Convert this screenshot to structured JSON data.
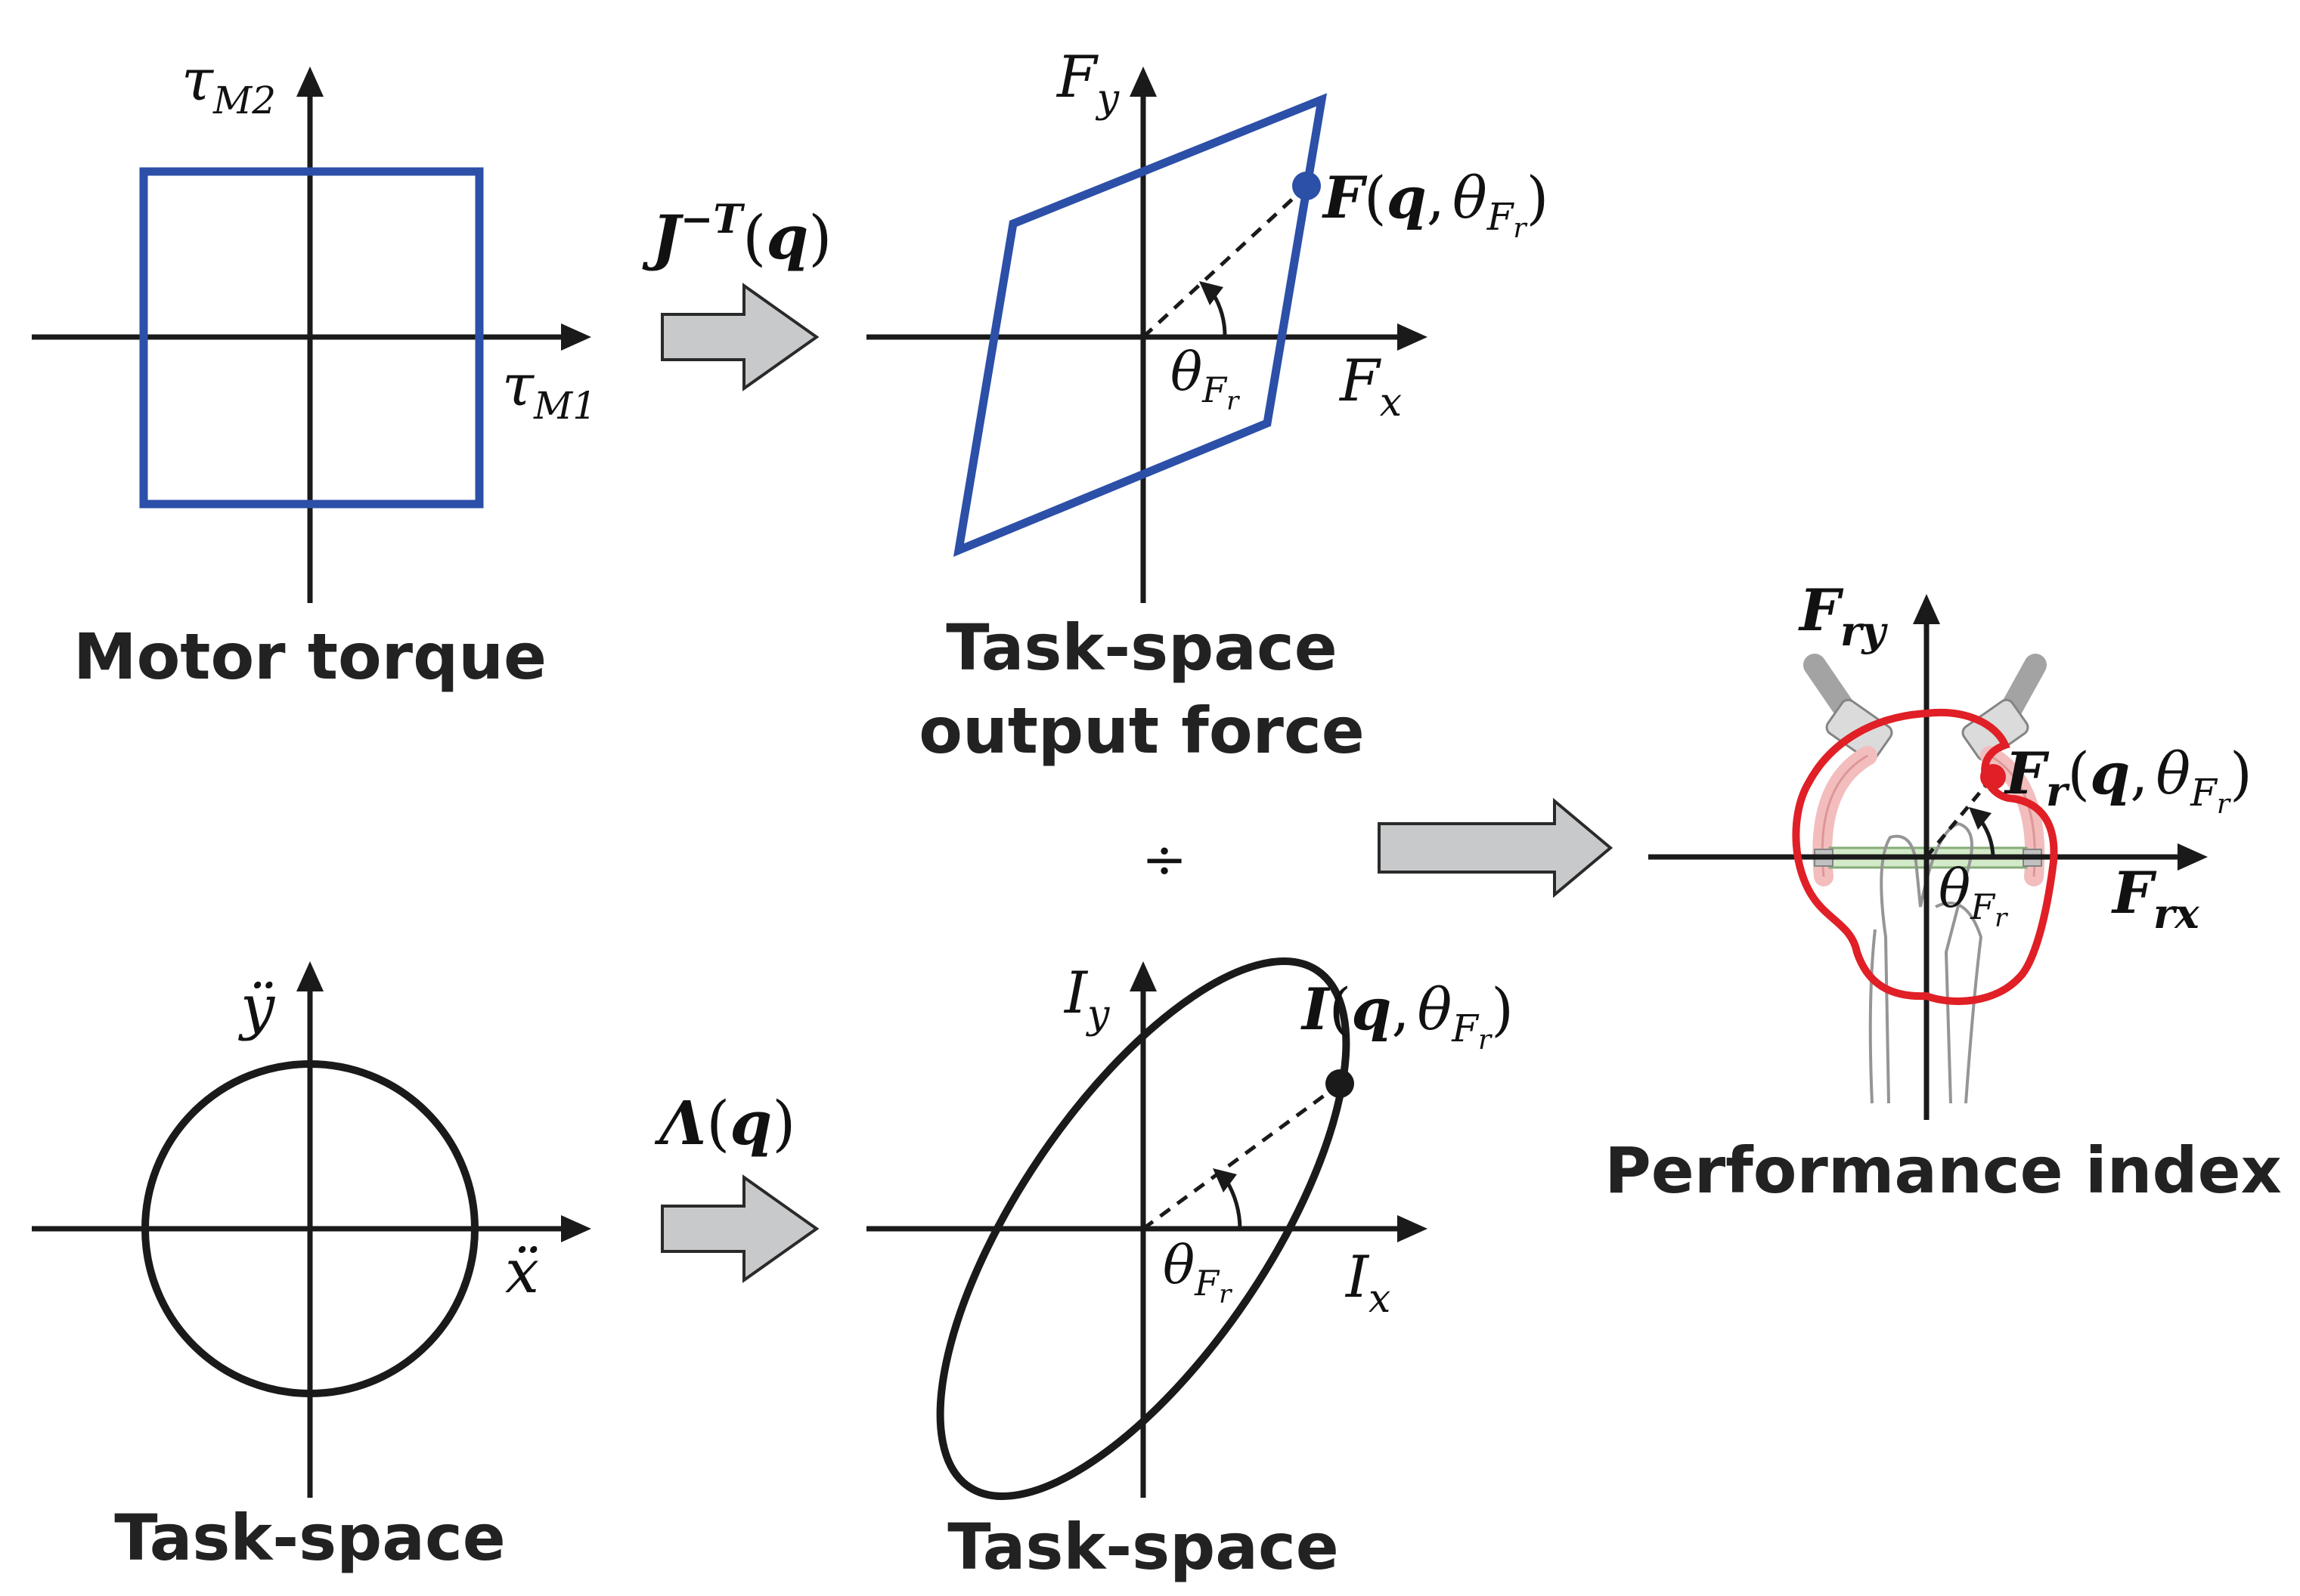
{
  "colors": {
    "axis": "#1a1a1a",
    "torque_box": "#2c4fa8",
    "force_polygon": "#2c4fa8",
    "ellipse": "#1a1a1a",
    "index_curve": "#e01f26",
    "arrow_fill": "#c8c9ca",
    "arrow_stroke": "#2a2a2a"
  },
  "motor_torque": {
    "caption": "Motor torque",
    "axis_x": {
      "sym": "τ",
      "sub": "M1"
    },
    "axis_y": {
      "sym": "τ",
      "sub": "M2"
    }
  },
  "jacobian_arrow": {
    "sym": "J",
    "sup": "−T",
    "open": "(",
    "arg": "q",
    "close": ")"
  },
  "output_force": {
    "caption_line1": "Task-space",
    "caption_line2": "output force",
    "axis_x": {
      "sym": "F",
      "sub": "x"
    },
    "axis_y": {
      "sym": "F",
      "sub": "y"
    },
    "point": {
      "sym": "F",
      "open": "(",
      "arg": "q",
      "comma": ",",
      "theta": "θ",
      "tsub": "F",
      "tsubsub": "r",
      "close": ")"
    },
    "angle": {
      "theta": "θ",
      "sub": "F",
      "subsub": "r"
    }
  },
  "divide_symbol": "÷",
  "task_accel": {
    "caption": "Task-space",
    "axis_x": "ẍ",
    "axis_y": "ÿ"
  },
  "inertia_arrow": {
    "sym": "Λ",
    "open": "(",
    "arg": "q",
    "close": ")"
  },
  "inertia": {
    "caption": "Task-space",
    "axis_x": {
      "sym": "I",
      "sub": "x"
    },
    "axis_y": {
      "sym": "I",
      "sub": "y"
    },
    "point": {
      "sym": "I",
      "open": "(",
      "arg": "q",
      "comma": ",",
      "theta": "θ",
      "tsub": "F",
      "tsubsub": "r",
      "close": ")"
    },
    "angle": {
      "theta": "θ",
      "sub": "F",
      "subsub": "r"
    }
  },
  "performance": {
    "caption": "Performance index",
    "axis_x": {
      "sym": "F",
      "sub": "rx"
    },
    "axis_y": {
      "sym": "F",
      "sub": "ry"
    },
    "point": {
      "sym": "F",
      "psub": "r",
      "open": "(",
      "arg": "q",
      "comma": ",",
      "theta": "θ",
      "tsub": "F",
      "tsubsub": "r",
      "close": ")"
    },
    "angle": {
      "theta": "θ",
      "sub": "F",
      "subsub": "r"
    }
  }
}
